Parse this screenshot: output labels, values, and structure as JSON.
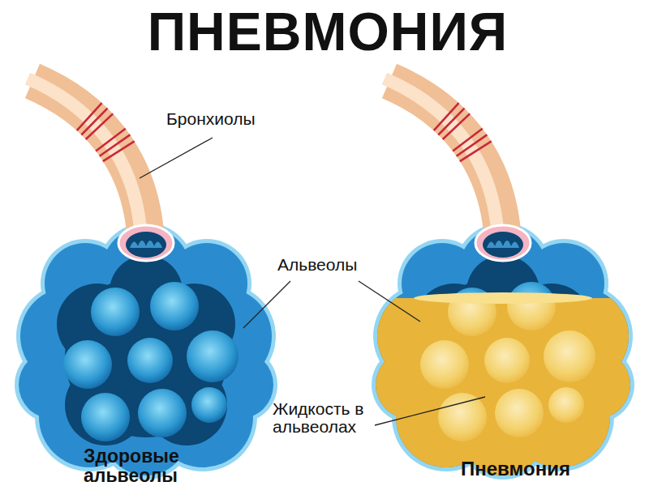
{
  "diagram": {
    "title": "ПНЕВМОНИЯ",
    "labels": [
      "Бронхиолы",
      "Альвеолы",
      "Жидкость в альвеолах",
      "Здоровые альвеолы",
      "Пневмония"
    ]
  }
}
